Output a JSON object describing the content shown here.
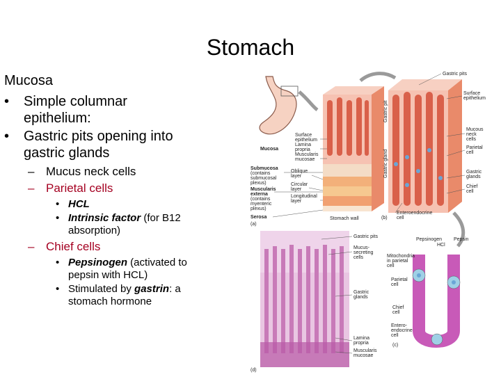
{
  "slide": {
    "title": "Stomach",
    "heading": "Mucosa",
    "bullets": [
      {
        "line1": "Simple columnar",
        "line2": "epithelium:"
      },
      {
        "line1": "Gastric pits opening into",
        "line2": "gastric glands"
      }
    ],
    "subbullets": [
      "Mucus neck cells",
      "Parietal cells",
      "Chief cells"
    ],
    "parietal_points": [
      {
        "bold": "HCL",
        "rest": ""
      },
      {
        "bold": "Intrinsic factor",
        "rest": " (for B12",
        "line2": "absorption)"
      }
    ],
    "chief_points": [
      {
        "bold": "Pepsinogen",
        "rest": " (activated to",
        "line2": "pepsin with HCL)"
      },
      {
        "pre": "Stimulated by ",
        "bold": "gastrin",
        "rest": ": a",
        "line2": "stomach hormone"
      }
    ]
  },
  "figure": {
    "labels_a": [
      "Surface",
      "epithelium",
      "Lamina",
      "propria",
      "Muscularis",
      "mucosae",
      "Mucosa",
      "Submucosa",
      "(contains",
      "submucosal",
      "plexus)",
      "Muscularis",
      "externa",
      "(contains",
      "myenteric",
      "plexus)",
      "Serosa",
      "Oblique",
      "layer",
      "Circular",
      "layer",
      "Longitudinal",
      "layer",
      "Stomach wall",
      "(a)"
    ],
    "labels_b": [
      "Gastric pits",
      "Surface",
      "epithelium",
      "Gastric pit",
      "Gastric gland",
      "Mucous",
      "neck",
      "cells",
      "Parietal",
      "cell",
      "Gastric",
      "glands",
      "Chief",
      "cell",
      "Enteroendocrine",
      "cell",
      "(b)"
    ],
    "labels_c": [
      "Pepsinogen",
      "Pepsin",
      "HCl",
      "Mitochondria",
      "in parietal",
      "cell",
      "Parietal",
      "cell",
      "Chief",
      "cell",
      "Entero-",
      "endocrine",
      "cell",
      "(c)"
    ],
    "labels_d": [
      "Gastric pits",
      "Mucus-",
      "secreting",
      "cells",
      "Gastric",
      "glands",
      "Lamina",
      "propria",
      "Muscularis",
      "mucosae",
      "(d)"
    ],
    "colors": {
      "tissue_pink": "#e8a08a",
      "mucosa_red": "#d9604a",
      "muscle_orange": "#f2c08a",
      "histology_purple": "#c87ab8",
      "cell_blue": "#6aa6d6",
      "arrow_gray": "#9a9a9a"
    }
  }
}
